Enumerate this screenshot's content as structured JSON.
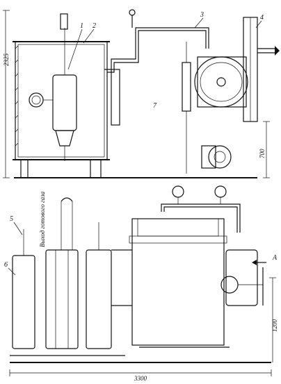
{
  "top_view": {
    "labels": [
      "1",
      "2",
      "3",
      "4",
      "7"
    ],
    "dimension_height": "2325",
    "dimension_right": "700"
  },
  "bottom_view": {
    "labels": [
      "5",
      "6",
      "A"
    ],
    "annotation_vertical": "Выход готового газа",
    "dimension_width": "3300",
    "dimension_height": "1200"
  }
}
